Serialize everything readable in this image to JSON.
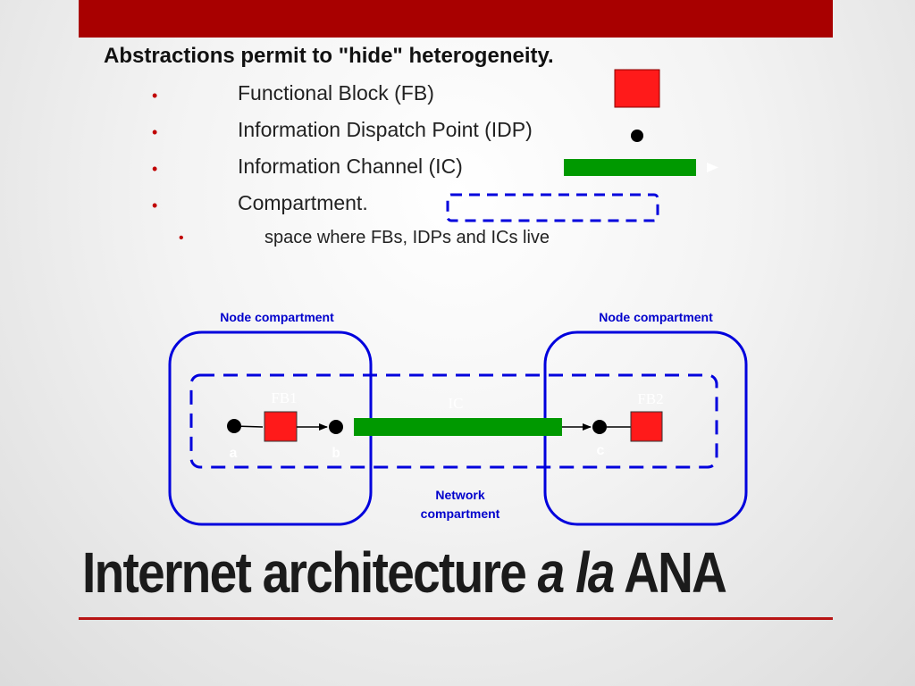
{
  "heading": "Abstractions permit to \"hide\" heterogeneity.",
  "bullets": [
    {
      "text": "Functional Block (FB)"
    },
    {
      "text": "Information Dispatch Point (IDP)"
    },
    {
      "text": "Information Channel (IC)"
    },
    {
      "text": "Compartment."
    }
  ],
  "sub_bullet": "space where FBs, IDPs and ICs live",
  "bullet_glyph": "•",
  "legend": {
    "fb_color": "#ff1a1a",
    "ic_color": "#009900",
    "compartment_color": "#0000dd"
  },
  "diagram": {
    "node_left_label": "Node compartment",
    "node_right_label": "Node compartment",
    "network_label_line1": "Network",
    "network_label_line2": "compartment",
    "fb1": "FB1",
    "fb2": "FB2",
    "ic": "IC",
    "idp_a": "a",
    "idp_b": "b",
    "idp_c": "c"
  },
  "title": {
    "part1": "Internet architecture ",
    "italic": "a la",
    "part2": " ANA"
  },
  "colors": {
    "accent_bar": "#a80000",
    "rule": "#b81414"
  }
}
